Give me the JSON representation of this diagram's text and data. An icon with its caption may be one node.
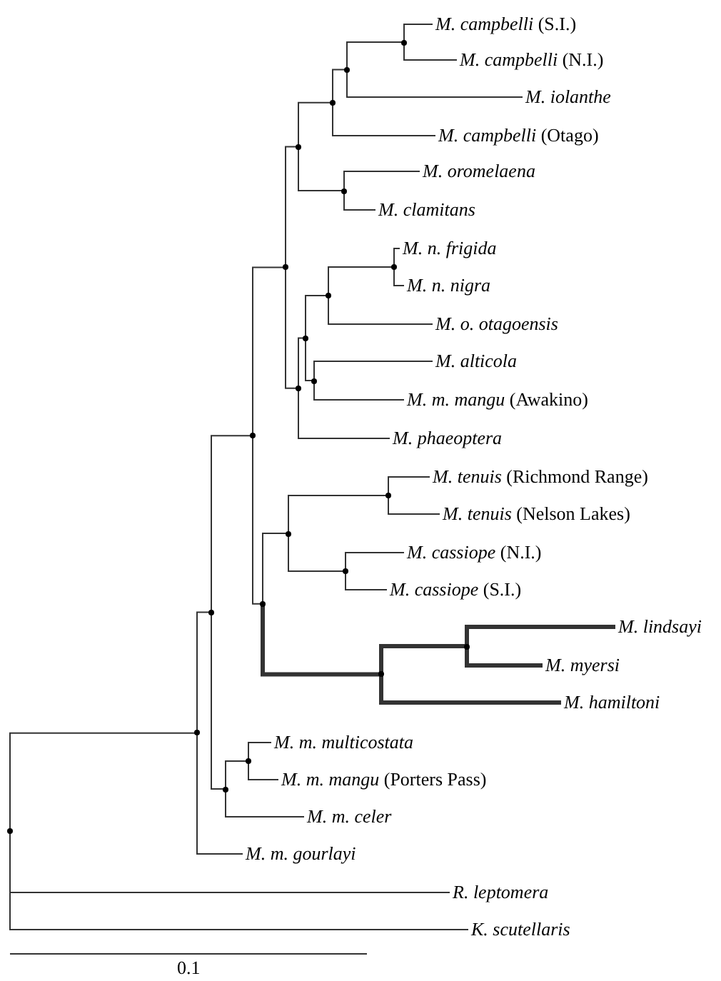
{
  "diagram": {
    "nodes": [
      {
        "text": [
          "*M. campbelli* (S.I.)"
        ]
      },
      {
        "text": [
          "*M. campbelli* (N.I.)"
        ]
      },
      {
        "text": [
          "*M. iolanthe*"
        ]
      },
      {
        "text": [
          "*M. campbelli* (Otago)"
        ]
      },
      {
        "text": [
          "*M. oromelaena*"
        ]
      },
      {
        "text": [
          "*M. clamitans*"
        ]
      },
      {
        "text": [
          "*M. n. frigida*"
        ]
      },
      {
        "text": [
          "*M. n. nigra*"
        ]
      },
      {
        "text": [
          "*M. o. otagoensis*"
        ]
      },
      {
        "text": [
          "*M. alticola*"
        ]
      },
      {
        "text": [
          "*M. m. mangu* (Awakino)"
        ]
      },
      {
        "text": [
          "*M. phaeoptera*"
        ]
      },
      {
        "text": [
          "*M. tenuis* (Richmond Range)"
        ]
      },
      {
        "text": [
          "*M. tenuis* (Nelson Lakes)"
        ]
      },
      {
        "text": [
          "*M. cassiope* (N.I.)"
        ]
      },
      {
        "text": [
          "*M. cassiope* (S.I.)"
        ]
      },
      {
        "text": [
          "*M. lindsayi*"
        ]
      },
      {
        "text": [
          "*M. myersi*"
        ]
      },
      {
        "text": [
          "*M. hamiltoni*"
        ]
      },
      {
        "text": [
          "*M. m. multicostata*"
        ]
      },
      {
        "text": [
          "*M. m. mangu* (Porters Pass)"
        ]
      },
      {
        "text": [
          "*M. m. celer*"
        ]
      },
      {
        "text": [
          "*M. m. gourlayi*"
        ]
      },
      {
        "text": [
          "*R. leptomera*"
        ]
      },
      {
        "text": [
          "*K. scutellaris*"
        ]
      },
      {
        "text": [],
        "shape": "point"
      },
      {
        "text": [],
        "shape": "point"
      },
      {
        "text": [],
        "shape": "point"
      },
      {
        "text": [],
        "shape": "point"
      },
      {
        "text": [],
        "shape": "point"
      },
      {
        "text": [],
        "shape": "point"
      },
      {
        "text": [],
        "shape": "point"
      },
      {
        "text": [],
        "shape": "point"
      },
      {
        "text": [],
        "shape": "point"
      },
      {
        "text": [],
        "shape": "point"
      },
      {
        "text": [],
        "shape": "point"
      },
      {
        "text": [],
        "shape": "point"
      },
      {
        "text": [],
        "shape": "point"
      },
      {
        "text": [],
        "shape": "point"
      },
      {
        "text": [],
        "shape": "point"
      },
      {
        "text": [],
        "shape": "point"
      },
      {
        "text": [],
        "shape": "point"
      },
      {
        "text": [],
        "shape": "point"
      },
      {
        "text": [],
        "shape": "point"
      },
      {
        "text": [],
        "shape": "point"
      },
      {
        "text": [],
        "shape": "point"
      },
      {
        "text": [],
        "shape": "point"
      },
      {
        "text": [],
        "shape": "point"
      }
    ],
    "edges": [
      {
        "from": 25,
        "to": 26,
        "arrow": "none"
      },
      {
        "from": 25,
        "to": 23,
        "arrow": "none"
      },
      {
        "from": 25,
        "to": 24,
        "arrow": "none"
      },
      {
        "from": 26,
        "to": 27,
        "arrow": "none"
      },
      {
        "from": 26,
        "to": 22,
        "arrow": "none"
      },
      {
        "from": 27,
        "to": 28,
        "arrow": "none"
      },
      {
        "from": 27,
        "to": 30,
        "arrow": "none"
      },
      {
        "from": 28,
        "to": 29,
        "arrow": "none"
      },
      {
        "from": 28,
        "to": 32,
        "arrow": "none"
      },
      {
        "from": 29,
        "to": 33,
        "arrow": "none"
      },
      {
        "from": 29,
        "to": 34,
        "arrow": "none"
      },
      {
        "from": 30,
        "to": 31,
        "arrow": "none"
      },
      {
        "from": 30,
        "to": 21,
        "arrow": "none"
      },
      {
        "from": 31,
        "to": 19,
        "arrow": "none"
      },
      {
        "from": 31,
        "to": 20,
        "arrow": "none"
      },
      {
        "from": 32,
        "to": 37,
        "arrow": "none"
      },
      {
        "from": 32,
        "to": 46,
        "arrow": "none",
        "style": "thick"
      },
      {
        "from": 33,
        "to": 36,
        "arrow": "none"
      },
      {
        "from": 33,
        "to": 40,
        "arrow": "none"
      },
      {
        "from": 34,
        "to": 35,
        "arrow": "none"
      },
      {
        "from": 34,
        "to": 11,
        "arrow": "none"
      },
      {
        "from": 35,
        "to": 41,
        "arrow": "none"
      },
      {
        "from": 35,
        "to": 43,
        "arrow": "none"
      },
      {
        "from": 36,
        "to": 38,
        "arrow": "none"
      },
      {
        "from": 36,
        "to": 3,
        "arrow": "none"
      },
      {
        "from": 37,
        "to": 44,
        "arrow": "none"
      },
      {
        "from": 37,
        "to": 45,
        "arrow": "none"
      },
      {
        "from": 38,
        "to": 39,
        "arrow": "none"
      },
      {
        "from": 38,
        "to": 2,
        "arrow": "none"
      },
      {
        "from": 39,
        "to": 0,
        "arrow": "none"
      },
      {
        "from": 39,
        "to": 1,
        "arrow": "none"
      },
      {
        "from": 40,
        "to": 4,
        "arrow": "none"
      },
      {
        "from": 40,
        "to": 5,
        "arrow": "none"
      },
      {
        "from": 41,
        "to": 42,
        "arrow": "none"
      },
      {
        "from": 41,
        "to": 8,
        "arrow": "none"
      },
      {
        "from": 42,
        "to": 6,
        "arrow": "none"
      },
      {
        "from": 42,
        "to": 7,
        "arrow": "none"
      },
      {
        "from": 43,
        "to": 9,
        "arrow": "none"
      },
      {
        "from": 43,
        "to": 10,
        "arrow": "none"
      },
      {
        "from": 44,
        "to": 12,
        "arrow": "none"
      },
      {
        "from": 44,
        "to": 13,
        "arrow": "none"
      },
      {
        "from": 45,
        "to": 14,
        "arrow": "none"
      },
      {
        "from": 45,
        "to": 15,
        "arrow": "none"
      },
      {
        "from": 46,
        "to": 47,
        "arrow": "none",
        "style": "thick"
      },
      {
        "from": 46,
        "to": 18,
        "arrow": "none",
        "style": "thick"
      },
      {
        "from": 47,
        "to": 16,
        "arrow": "none",
        "style": "thick"
      },
      {
        "from": 47,
        "to": 17,
        "arrow": "none",
        "style": "thick"
      }
    ],
    "labels": [
      "0.1"
    ]
  }
}
